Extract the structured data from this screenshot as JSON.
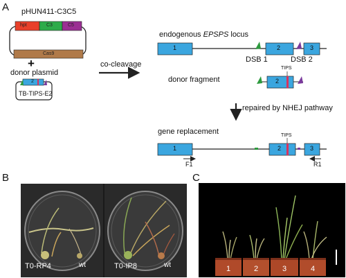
{
  "panels": {
    "A": "A",
    "B": "B",
    "C": "C"
  },
  "figure_a": {
    "vector_name": "pHUN411-C3C5",
    "vector_parts": [
      "hpt",
      "C3",
      "C5",
      "Cas9"
    ],
    "plus": "+",
    "donor_label": "donor plasmid",
    "donor_exon": "2",
    "donor_insert_label": "TB-TIPS-E2",
    "process_label": "co-cleavage",
    "locus_prefix": "endogenous ",
    "locus_gene": "EPSPS",
    "locus_suffix": " locus",
    "exons": [
      "1",
      "2",
      "3"
    ],
    "dsb1": "DSB 1",
    "dsb2": "DSB 2",
    "donor_fragment_label": "donor fragment",
    "tips_label": "TIPS",
    "repair_label": "repaired by NHEJ pathway",
    "replacement_label": "gene replacement",
    "primer_forward": "F1",
    "primer_reverse": "R1",
    "colors": {
      "exon": "#3ba6df",
      "hpt": "#e8402a",
      "c3": "#2dab4a",
      "c5": "#9b2f93",
      "cas9": "#b07a49",
      "tips_bar": "#d8335f",
      "green_cut": "#2d9a3e",
      "purple_cut": "#7a3a9c"
    }
  },
  "figure_b": {
    "left_plate_label": "T0-RP4",
    "left_wt_label": "wt",
    "right_plate_label": "T0-IP8",
    "right_wt_label": "wt"
  },
  "figure_c": {
    "pot_labels": [
      "1",
      "2",
      "3",
      "4"
    ]
  }
}
